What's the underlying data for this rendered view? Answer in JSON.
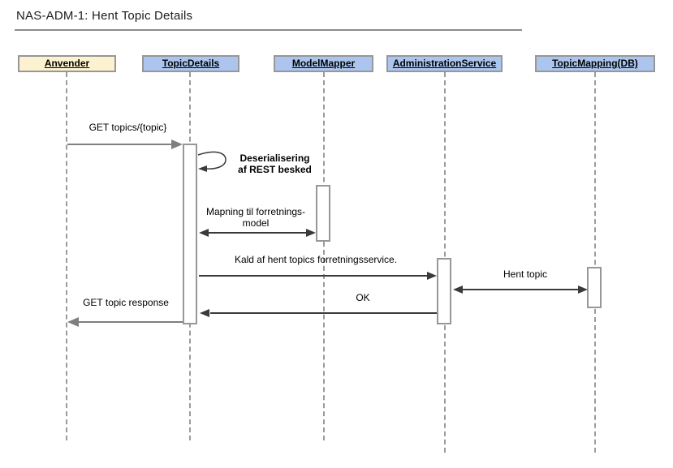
{
  "title": "NAS-ADM-1: Hent Topic Details",
  "colors": {
    "actor_fill_user": "#FCF2CF",
    "actor_fill_component": "#ABC5EE",
    "shape_border": "#979797",
    "lifeline": "#9B9B9B",
    "sync_arrow": "#7F7F7F",
    "msg_arrow": "#3A3A3A",
    "title_rule": "#8C8C8C"
  },
  "actors": [
    {
      "label": "Anvender",
      "kind": "user"
    },
    {
      "label": "TopicDetails",
      "kind": "component"
    },
    {
      "label": "ModelMapper",
      "kind": "component"
    },
    {
      "label": "AdministrationService",
      "kind": "component"
    },
    {
      "label": "TopicMapping(DB)",
      "kind": "component"
    }
  ],
  "messages": [
    {
      "label": "GET topics/{topic}",
      "from": "Anvender",
      "to": "TopicDetails",
      "style": "sync-gray"
    },
    {
      "label": "Deserialisering\naf REST besked",
      "from": "TopicDetails",
      "to": "TopicDetails",
      "style": "self-loop"
    },
    {
      "label": "Mapning til forretnings-\nmodel",
      "from": "TopicDetails",
      "to": "ModelMapper",
      "style": "bidirectional"
    },
    {
      "label": "Kald af hent topics forretningsservice.",
      "from": "TopicDetails",
      "to": "AdministrationService",
      "style": "solid"
    },
    {
      "label": "Hent topic",
      "from": "AdministrationService",
      "to": "TopicMapping(DB)",
      "style": "bidirectional"
    },
    {
      "label": "OK",
      "from": "AdministrationService",
      "to": "TopicDetails",
      "style": "solid-return"
    },
    {
      "label": "GET topic response",
      "from": "TopicDetails",
      "to": "Anvender",
      "style": "sync-gray-return"
    }
  ]
}
